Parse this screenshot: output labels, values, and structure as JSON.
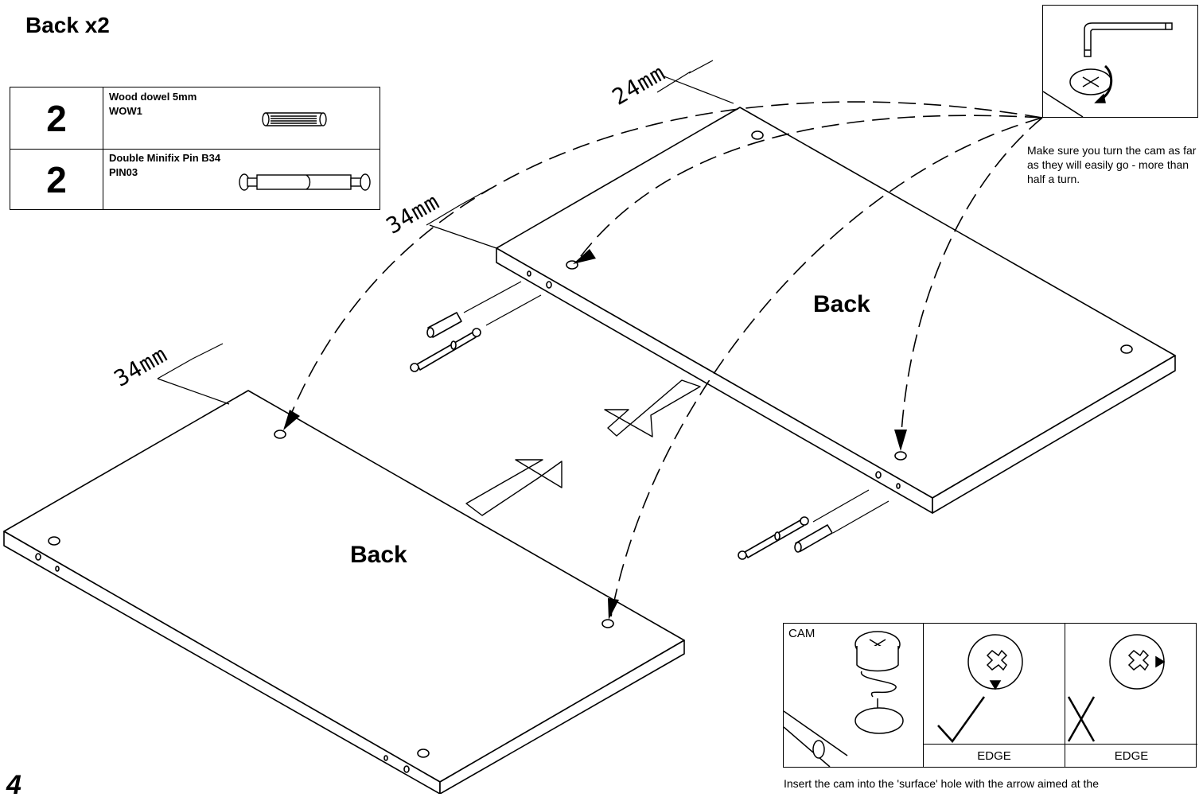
{
  "header": {
    "title": "Back x2"
  },
  "page_number": "4",
  "parts_table": [
    {
      "qty": "2",
      "name": "Wood dowel 5mm",
      "code": "WOW1",
      "icon": "wood-dowel-icon"
    },
    {
      "qty": "2",
      "name": "Double Minifix Pin B34",
      "code": "PIN03",
      "icon": "minifix-pin-icon"
    }
  ],
  "panels": [
    {
      "label": "Back"
    },
    {
      "label": "Back"
    }
  ],
  "dimensions": [
    "24mm",
    "34mm",
    "34mm"
  ],
  "cam_instruction": "Make sure you turn the cam as far as they will easily go - more than half a turn.",
  "cam_box": {
    "cam_label": "CAM",
    "edge_label_correct": "EDGE",
    "edge_label_wrong": "EDGE"
  },
  "bottom_instruction": "Insert the cam into the 'surface' hole with the arrow aimed at the"
}
